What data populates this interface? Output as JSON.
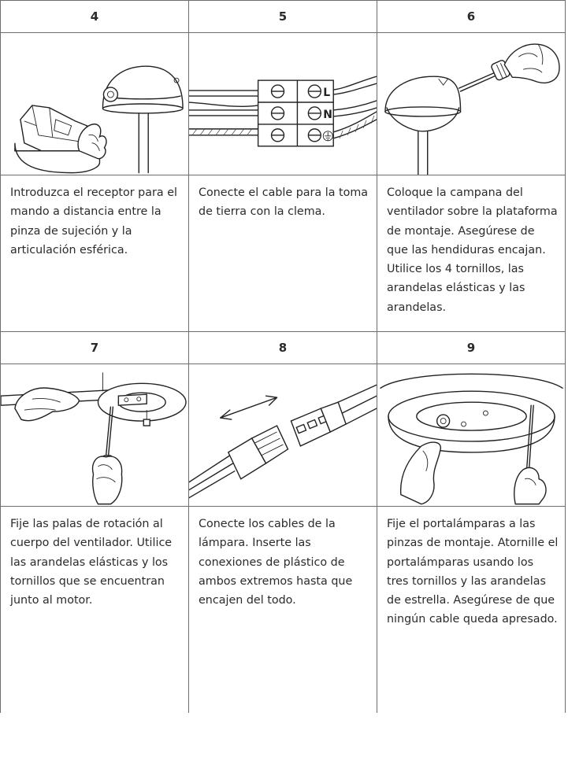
{
  "steps": [
    {
      "number": "4",
      "image": "remote-receiver-installation",
      "text": "Introduzca el receptor para el mando a distancia entre la pinza de sujeción y la articulación esférica."
    },
    {
      "number": "5",
      "image": "terminal-block-wiring",
      "text": "Conecte el cable para la toma de tierra con la clema."
    },
    {
      "number": "6",
      "image": "canopy-screw-mounting",
      "text": "Coloque la campana del ventilador sobre la plataforma de montaje. Asegúrese de que las hendiduras encajan. Utilice los 4 tornillos, las arandelas elásticas y las arandelas."
    },
    {
      "number": "7",
      "image": "blade-attachment",
      "text": "Fije las palas de rotación al cuerpo del ventilador. Utilice las arandelas elásticas y los tornillos que se encuentran junto al motor."
    },
    {
      "number": "8",
      "image": "lamp-connector-plug",
      "text": "Conecte los cables de la lámpara. Inserte las conexiones de plástico de ambos extremos hasta que encajen del todo."
    },
    {
      "number": "9",
      "image": "lamp-holder-screwing",
      "text": "Fije el portalámparas a las pinzas de montaje. Atornille el portalámparas usando los tres tornillos y las arandelas de estrella. Asegúrese de que ningún cable queda apresado."
    }
  ],
  "terminal_labels": [
    "L",
    "N"
  ]
}
